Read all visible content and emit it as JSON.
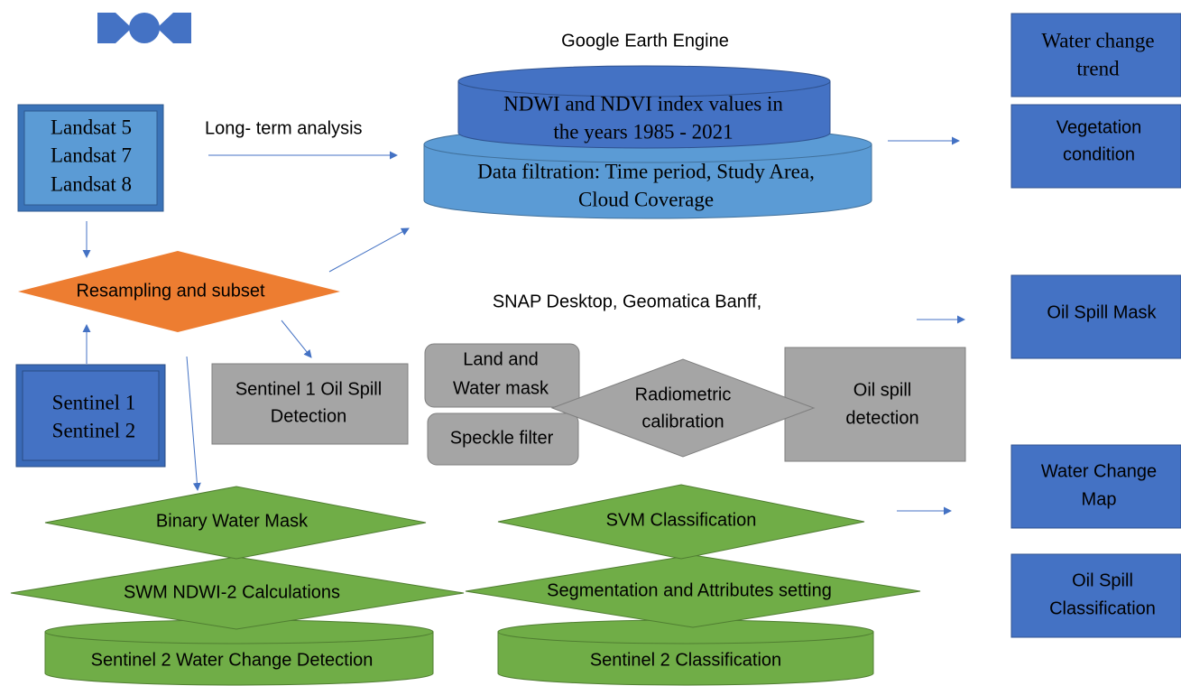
{
  "colors": {
    "dark_blue": "#4472C4",
    "light_blue": "#5B9BD5",
    "orange": "#ED7D31",
    "green": "#70AD47",
    "gray": "#A5A5A5",
    "arrow": "#4472C4"
  },
  "logo": {
    "icon": "bowtie-logo-icon"
  },
  "sources": {
    "landsat": [
      "Landsat 5",
      "Landsat 7",
      "Landsat 8"
    ],
    "sentinel": [
      "Sentinel 1",
      "Sentinel 2"
    ]
  },
  "resampling": "Resampling and subset",
  "labels": {
    "long_term": "Long- term analysis",
    "gee": "Google Earth Engine",
    "snap": "SNAP Desktop, Geomatica Banff,"
  },
  "gee_db": {
    "top": [
      "NDWI and NDVI index values in",
      "the years 1985 - 2021"
    ],
    "bottom": [
      "Data filtration: Time period, Study Area,",
      "Cloud Coverage"
    ]
  },
  "oil_detection": {
    "box": [
      "Sentinel 1 Oil Spill",
      "Detection"
    ],
    "land_mask": [
      "Land and",
      "Water mask"
    ],
    "speckle": "Speckle filter",
    "radiometric": [
      "Radiometric",
      "calibration"
    ],
    "detect": [
      "Oil spill",
      "detection"
    ]
  },
  "water_stack": {
    "mask": "Binary Water Mask",
    "calc": "SWM NDWI-2 Calculations",
    "db": "Sentinel 2 Water Change Detection"
  },
  "class_stack": {
    "svm": "SVM Classification",
    "seg": "Segmentation and Attributes setting",
    "db": "Sentinel 2 Classification"
  },
  "outputs": {
    "water_trend": [
      "Water change",
      "trend"
    ],
    "vegetation": [
      "Vegetation",
      "condition"
    ],
    "oil_mask": "Oil Spill Mask",
    "water_map": [
      "Water Change",
      "Map"
    ],
    "oil_class": [
      "Oil Spill",
      "Classification"
    ]
  }
}
